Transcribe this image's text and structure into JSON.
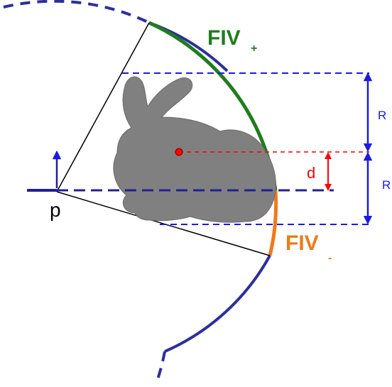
{
  "labels": {
    "fiv_plus_main": "FIV",
    "fiv_plus_sub": "+",
    "fiv_minus_main": "FIV",
    "fiv_minus_sub": "-",
    "radius_upper": "R",
    "radius_lower": "R",
    "offset": "d",
    "point": "p"
  },
  "colors": {
    "circle": "#2b2f9e",
    "fiv_plus": "#1e7d1e",
    "fiv_minus": "#f07a1a",
    "guides_blue": "#1a1ae6",
    "arrows": "#1a1ae6",
    "offset": "#ff0000",
    "bunny": "#808080",
    "point_normal": "#1f1f9e",
    "rays": "#000000"
  },
  "icons": {
    "object": "bunny-silhouette",
    "center": "center-dot-icon",
    "normal": "normal-arrow-icon"
  }
}
